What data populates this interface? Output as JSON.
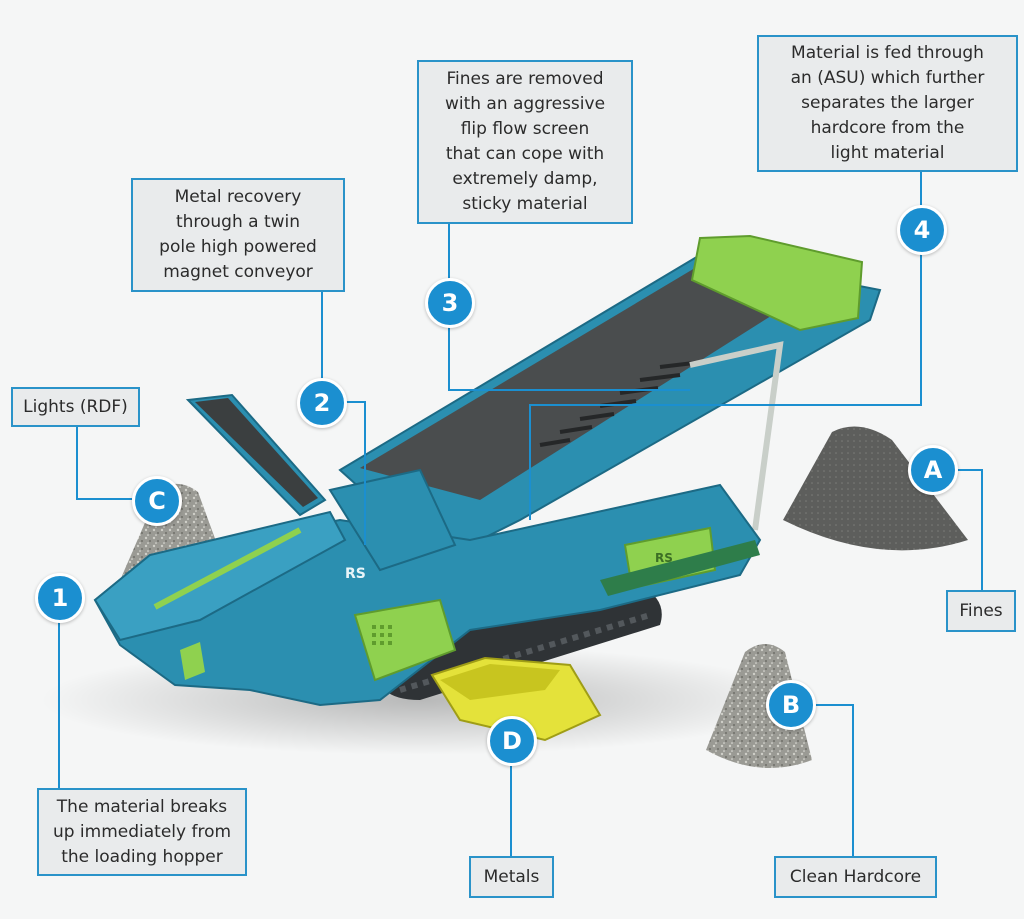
{
  "colors": {
    "accent": "#1b8fd0",
    "box_border": "#2a93c9",
    "box_fill": "#e9ebec",
    "machine_blue": "#2b8fb0",
    "machine_green": "#8fd14f",
    "background": "#f5f6f6"
  },
  "steps": [
    {
      "id": "1",
      "text": "The material breaks\nup immediately from\nthe loading hopper"
    },
    {
      "id": "2",
      "text": "Metal recovery\nthrough a twin\npole high powered\nmagnet conveyor"
    },
    {
      "id": "3",
      "text": "Fines are removed\nwith an aggressive\nflip flow screen\nthat can cope with\nextremely damp,\nsticky material"
    },
    {
      "id": "4",
      "text": "Material is fed through\nan (ASU) which further\nseparates the larger\nhardcore from the\nlight material"
    }
  ],
  "outputs": [
    {
      "id": "A",
      "text": "Fines"
    },
    {
      "id": "B",
      "text": "Clean Hardcore"
    },
    {
      "id": "C",
      "text": "Lights (RDF)"
    },
    {
      "id": "D",
      "text": "Metals"
    }
  ],
  "machine_logo": "RS"
}
